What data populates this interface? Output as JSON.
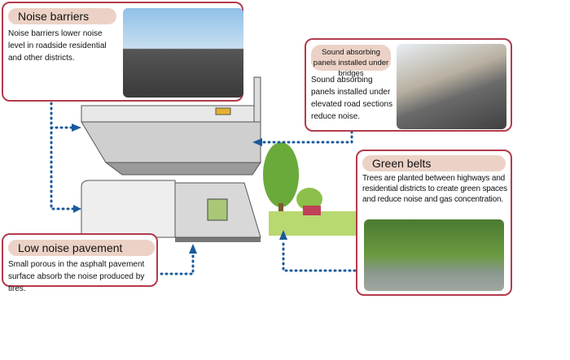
{
  "noise_barriers": {
    "title": "Noise barriers",
    "body": "Noise barriers lower noise level in roadside residential and other districts."
  },
  "sound_panels": {
    "title": "Sound absorbing panels installed under bridges",
    "body": "Sound absorbing panels installed under elevated road sections reduce noise."
  },
  "green_belts": {
    "title": "Green belts",
    "body": "Trees are planted between highways and residential districts to create green spaces and reduce noise and gas concentration."
  },
  "low_noise": {
    "title": "Low noise pavement",
    "body": "Small porous in the asphalt pavement surface absorb the noise produced by tires."
  },
  "colors": {
    "border": "#b43a4c",
    "pill": "#ecd2c6",
    "arrow": "#1a5a9a"
  }
}
